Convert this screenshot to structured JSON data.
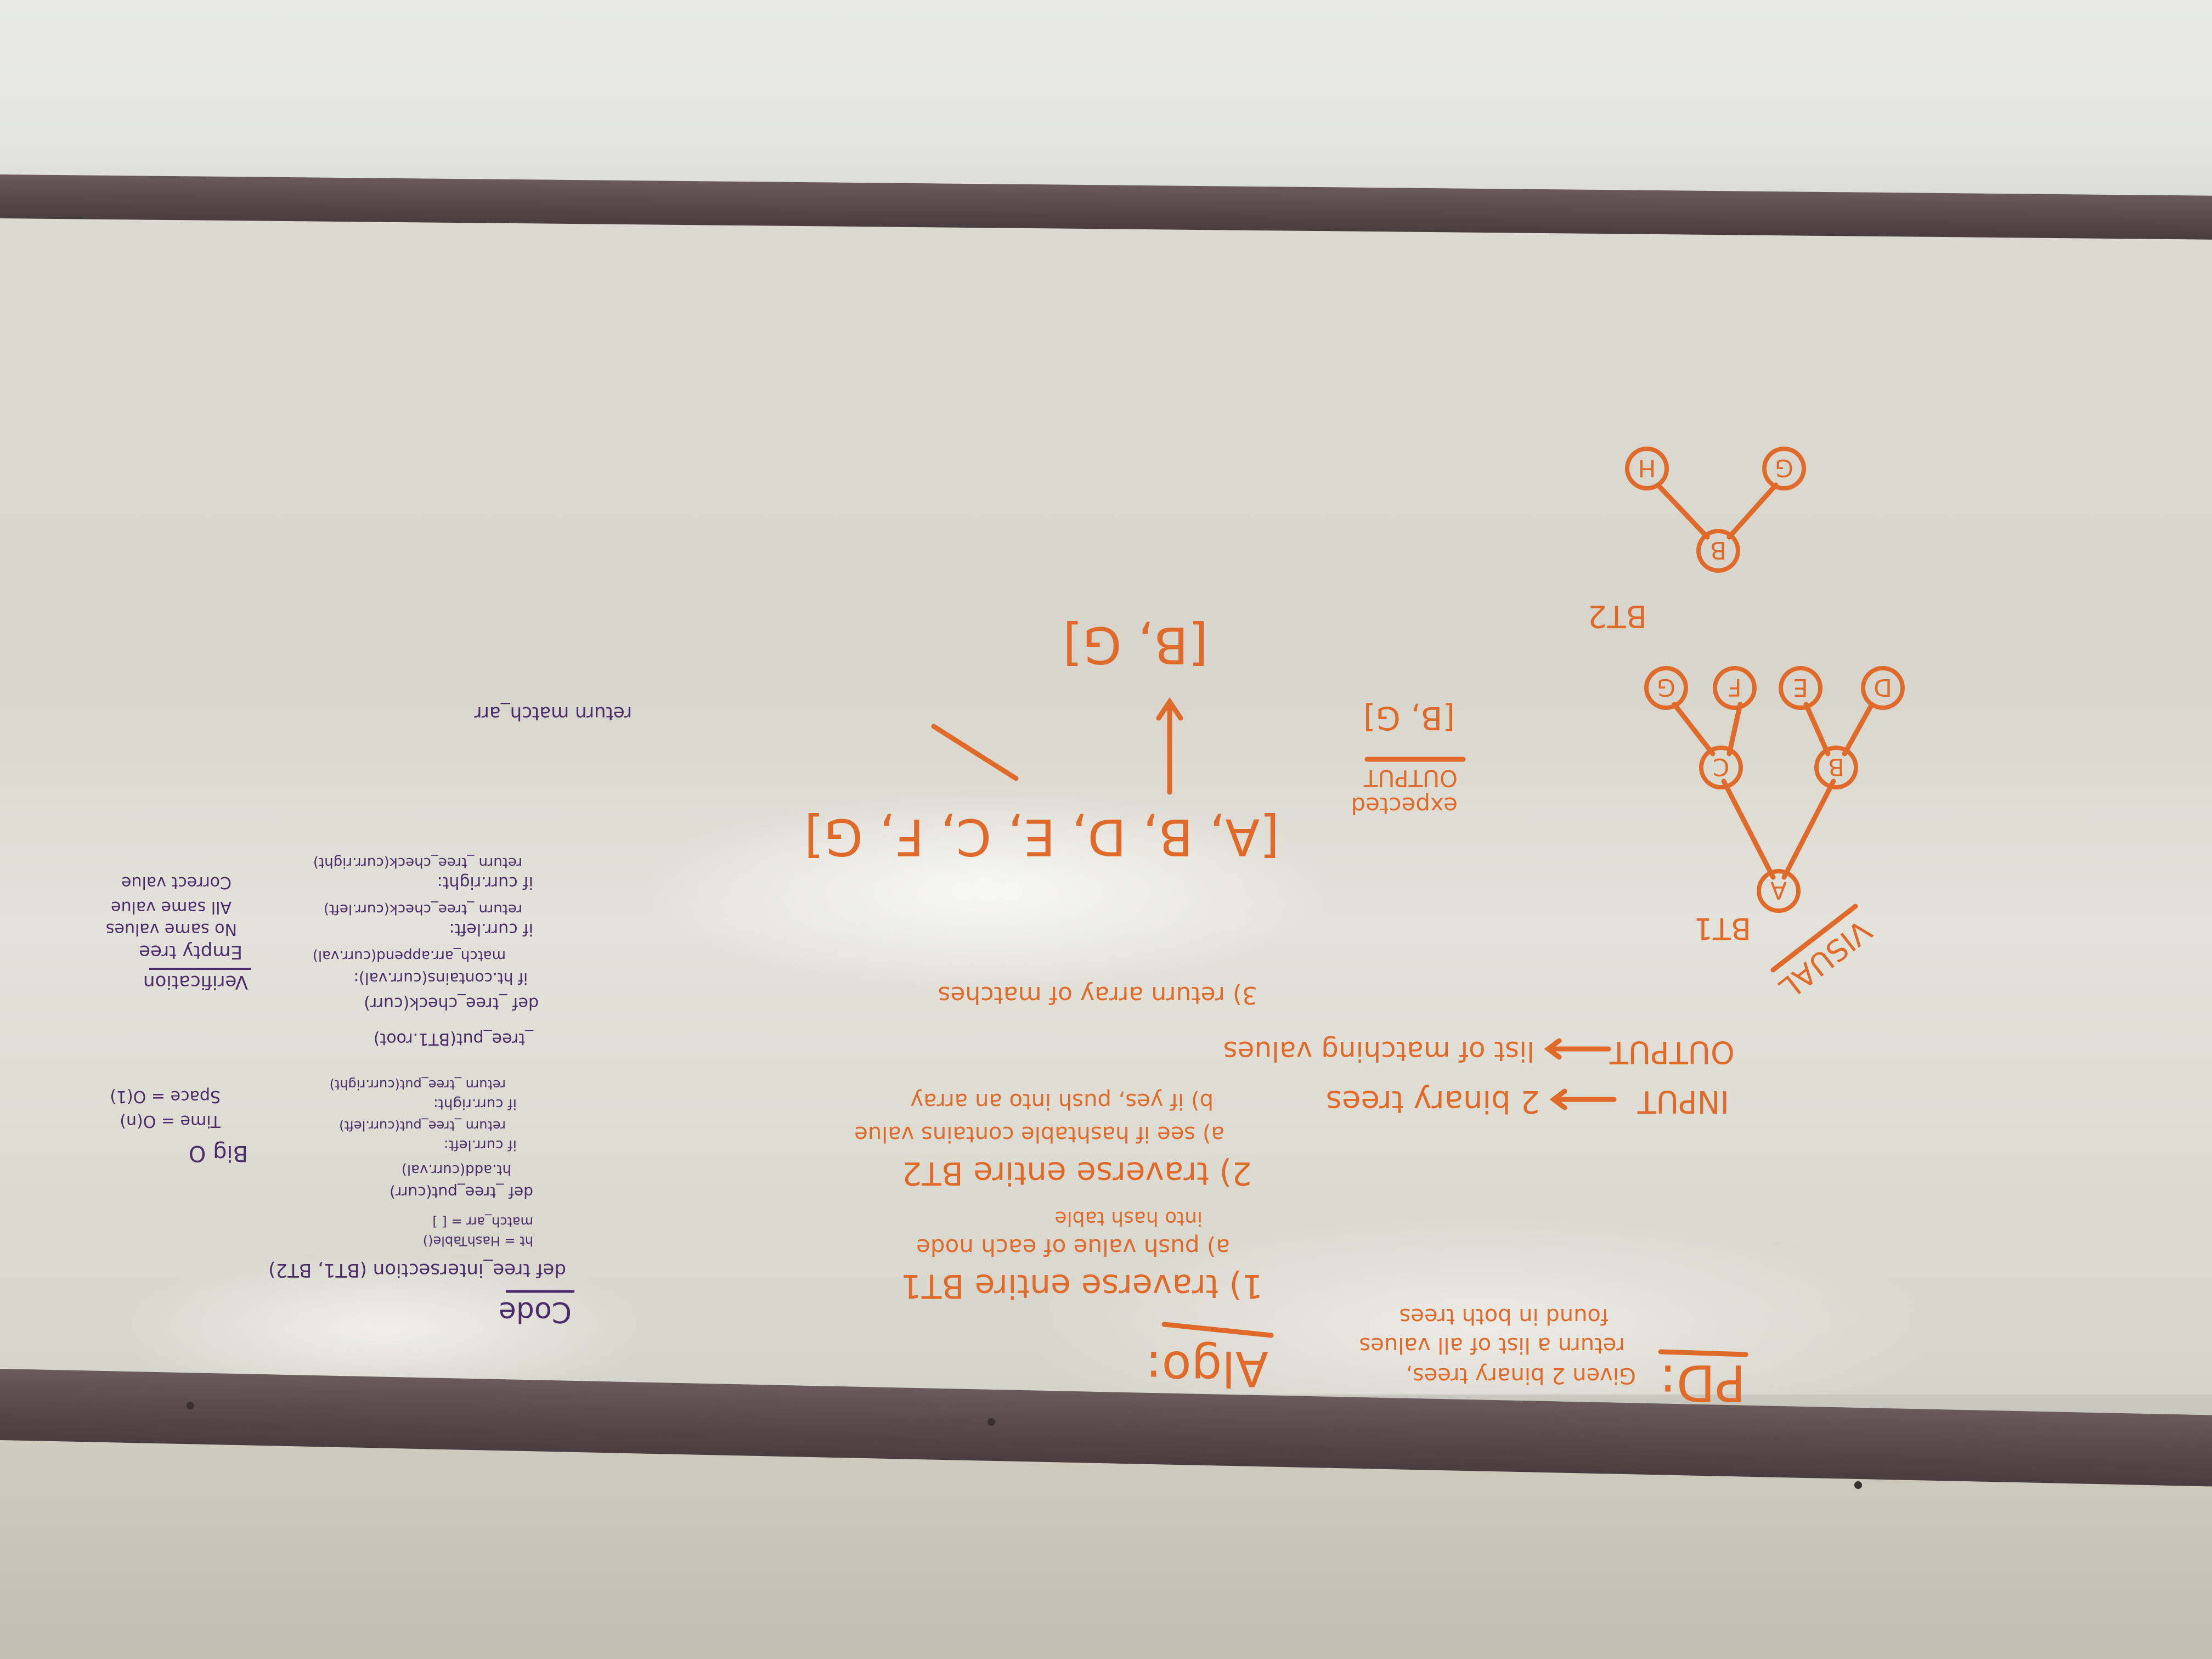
{
  "problem": {
    "heading": "PD:",
    "lines": [
      "Given 2 binary trees,",
      "return a list of all values",
      "found in both trees"
    ],
    "io": [
      {
        "label": "INPUT",
        "value": "2 binary trees"
      },
      {
        "label": "OUTPUT",
        "value": "list of matching values"
      }
    ]
  },
  "visual": {
    "heading": "VISUAL",
    "bt1": {
      "label": "BT1",
      "nodes": [
        "A",
        "B",
        "C",
        "D",
        "E",
        "F",
        "G"
      ]
    },
    "bt2": {
      "label": "BT2",
      "nodes": [
        "B",
        "G",
        "H"
      ]
    },
    "expected_output": {
      "label_1": "expected",
      "label_2": "OUTPUT",
      "value": "[B, G]"
    }
  },
  "algo": {
    "heading": "Algo:",
    "steps": [
      "1) traverse entire BT1",
      "a) push value of each node",
      "into hash table",
      "2) traverse entire BT2",
      "a) see if hashtable contains value",
      "b) if yes, push into an array",
      "3) return array of matches"
    ],
    "traversal": "[A, B, D, E, C, F, G]",
    "result": "[B, G]"
  },
  "code": {
    "heading": "Code",
    "lines": [
      "def  tree_intersection (BT1, BT2)",
      "ht = HashTable()",
      "match_arr = [ ]",
      "def _tree_put(curr)",
      "ht.add(curr.val)",
      "if curr.left:",
      "return _tree_put(curr.left)",
      "if curr.right:",
      "return _tree_put(curr.right)",
      "_tree_put(BT1.root)",
      "def _tree_check(curr)",
      "if ht.contains(curr.val):",
      "match_arr.append(curr.val)",
      "if curr.left:",
      "return _tree_check(curr.left)",
      "if curr.right:",
      "return _tree_check(curr.right)",
      "return match_arr"
    ]
  },
  "bigo": {
    "heading": "Big O",
    "time": "Time = O(n)",
    "space": "Space = O(1)"
  },
  "verification": {
    "heading": "Verification",
    "items": [
      "Empty tree",
      "No same values",
      "All same value",
      "Correct value"
    ]
  }
}
